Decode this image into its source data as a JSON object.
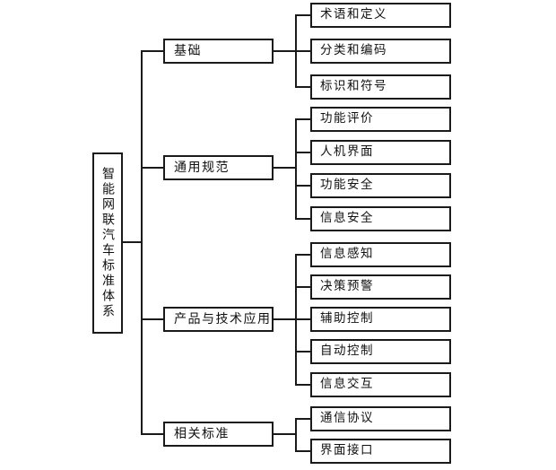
{
  "diagram": {
    "type": "tree",
    "orientation": "left-to-right",
    "title": "智能网联汽车标准体系",
    "root": {
      "label": "智能网联汽车标准体系"
    },
    "branches": [
      {
        "label": "基础",
        "leaves": [
          {
            "label": "术语和定义"
          },
          {
            "label": "分类和编码"
          },
          {
            "label": "标识和符号"
          }
        ]
      },
      {
        "label": "通用规范",
        "leaves": [
          {
            "label": "功能评价"
          },
          {
            "label": "人机界面"
          },
          {
            "label": "功能安全"
          },
          {
            "label": "信息安全"
          }
        ]
      },
      {
        "label": "产品与技术应用",
        "leaves": [
          {
            "label": "信息感知"
          },
          {
            "label": "决策预警"
          },
          {
            "label": "辅助控制"
          },
          {
            "label": "自动控制"
          },
          {
            "label": "信息交互"
          }
        ]
      },
      {
        "label": "相关标准",
        "leaves": [
          {
            "label": "通信协议"
          },
          {
            "label": "界面接口"
          }
        ]
      }
    ],
    "colors": {
      "background": "#ffffff",
      "border": "#1a1a1a",
      "text": "#111111",
      "connector": "#1a1a1a"
    }
  }
}
